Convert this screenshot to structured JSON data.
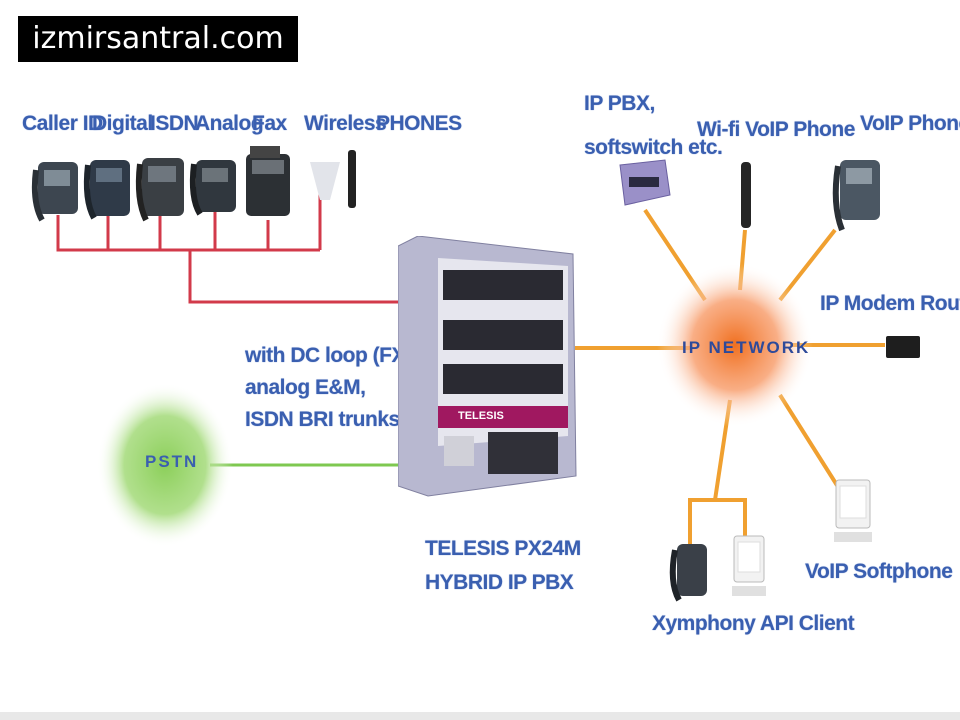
{
  "watermark": "izmirsantral.com",
  "left_devices": {
    "caller_id": "Caller ID",
    "digital": "Digital",
    "isdn": "ISDN",
    "analog": "Analog",
    "fax": "Fax",
    "wireless": "Wireless",
    "phones": "PHONES"
  },
  "trunks": [
    "with DC loop (FXO),",
    "analog E&M,",
    "ISDN BRI trunks"
  ],
  "pstn": "PSTN",
  "pbx": {
    "line1": "TELESIS PX24M",
    "line2": "HYBRID IP PBX",
    "badge": "TELESIS"
  },
  "network": "IP NETWORK",
  "right_devices": {
    "ip_pbx_1": "IP PBX,",
    "ip_pbx_2": "softswitch etc.",
    "wifi": "Wi-fi VoIP Phone",
    "voip_phone": "VoIP Phone",
    "modem": "IP Modem Router",
    "softphone": "VoIP Softphone",
    "xymphony": "Xymphony API Client"
  },
  "colors": {
    "red_line": "#d23a4a",
    "orange_line": "#f0a030",
    "green_line": "#7ec850",
    "label": "#3a5fb0"
  }
}
